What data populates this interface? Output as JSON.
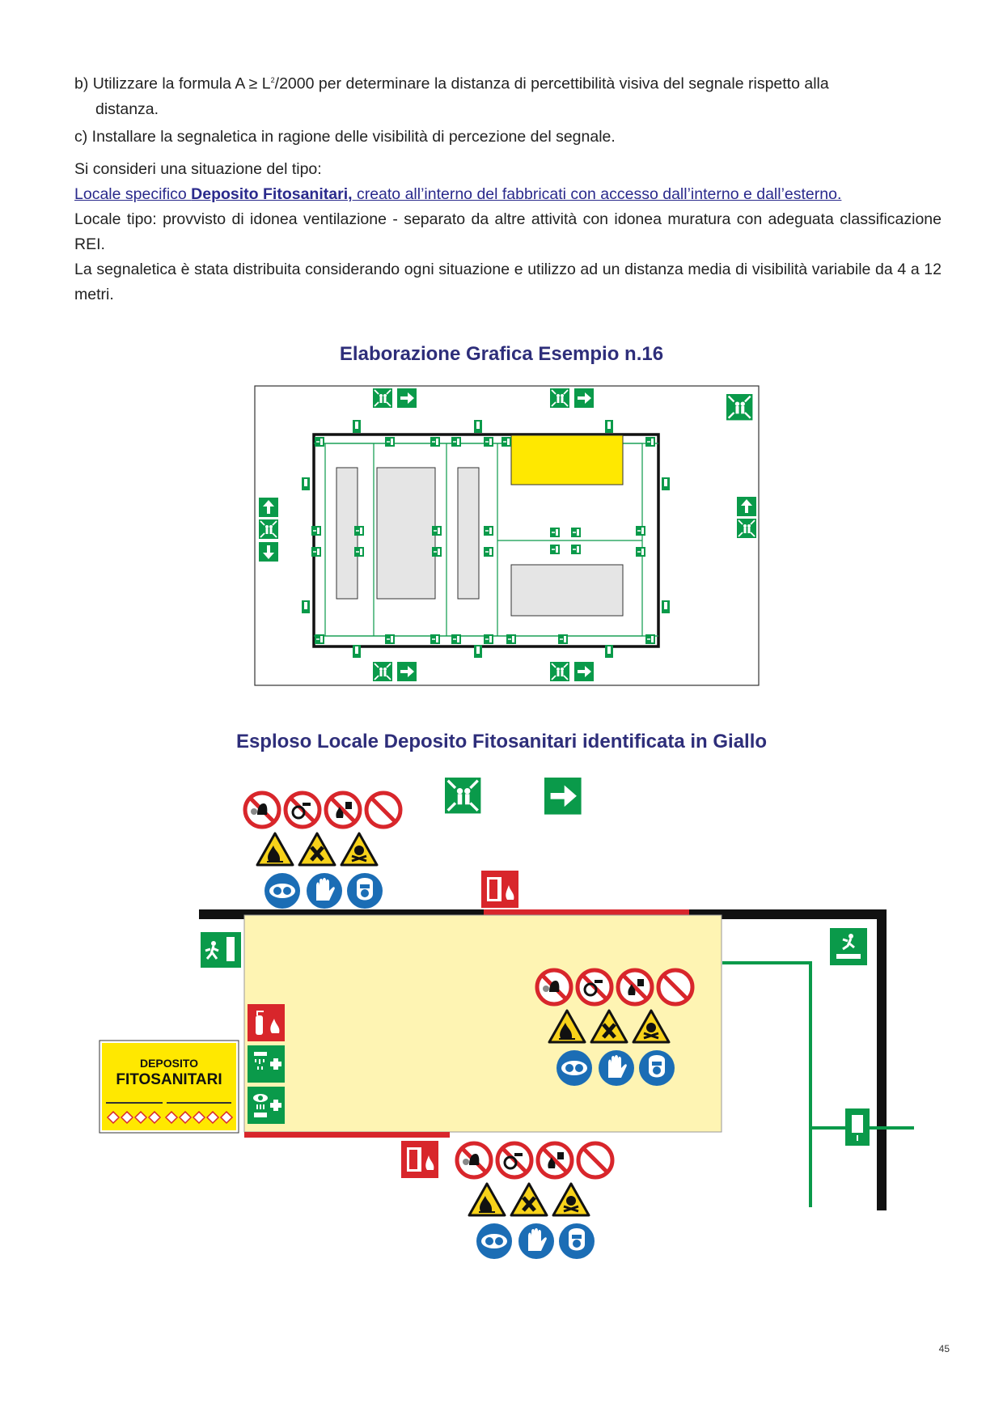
{
  "text": {
    "p1_prefix": "b) Utilizzare la formula A ≥ L",
    "p1_sup": "2",
    "p1_rest": "/2000 per determinare la distanza di percettibilità visiva del segnale rispetto alla",
    "p1_cont": "distanza.",
    "p2": "c) Installare la segnaletica in ragione delle visibilità di percezione del segnale.",
    "p3": "Si consideri una situazione del tipo:",
    "p4_a": "Locale specifico ",
    "p4_b": "Deposito Fitosanitari,",
    "p4_c": " creato all’interno del fabbricati con accesso dall’interno e dall’esterno.",
    "p5": "Locale tipo: provvisto di idonea ventilazione - separato da altre attività con idonea muratura con adeguata classificazione REI.",
    "p6": "La segnaletica è stata distribuita considerando ogni situazione e utilizzo ad un distanza media di visibilità variabile da 4 a 12 metri."
  },
  "headings": {
    "h1": "Elaborazione Grafica Esempio n.16",
    "h2": "Esploso Locale Deposito Fitosanitari identificata in Giallo"
  },
  "sign": {
    "line1": "DEPOSITO",
    "line2": "FITOSANITARI"
  },
  "page_number": "45",
  "colors": {
    "heading": "#2e2e7a",
    "safety_green": "#0a9a4a",
    "prohibition_red": "#d8262b",
    "warning_yellow": "#f7d21a",
    "mandatory_blue": "#1b6db5",
    "room_yellow": "#fef4b3",
    "highlight_yellow": "#ffe800"
  },
  "icons": [
    "assembly-point-icon",
    "arrow-right-icon",
    "arrow-up-icon",
    "arrow-down-icon",
    "emergency-exit-icon",
    "fire-extinguisher-icon",
    "emergency-shower-icon",
    "eye-wash-icon",
    "no-touch-icon",
    "no-smoking-icon",
    "no-flame-icon",
    "prohibited-icon",
    "flammable-icon",
    "harmful-icon",
    "toxic-icon",
    "goggles-icon",
    "gloves-icon",
    "mask-icon",
    "fire-door-icon"
  ]
}
